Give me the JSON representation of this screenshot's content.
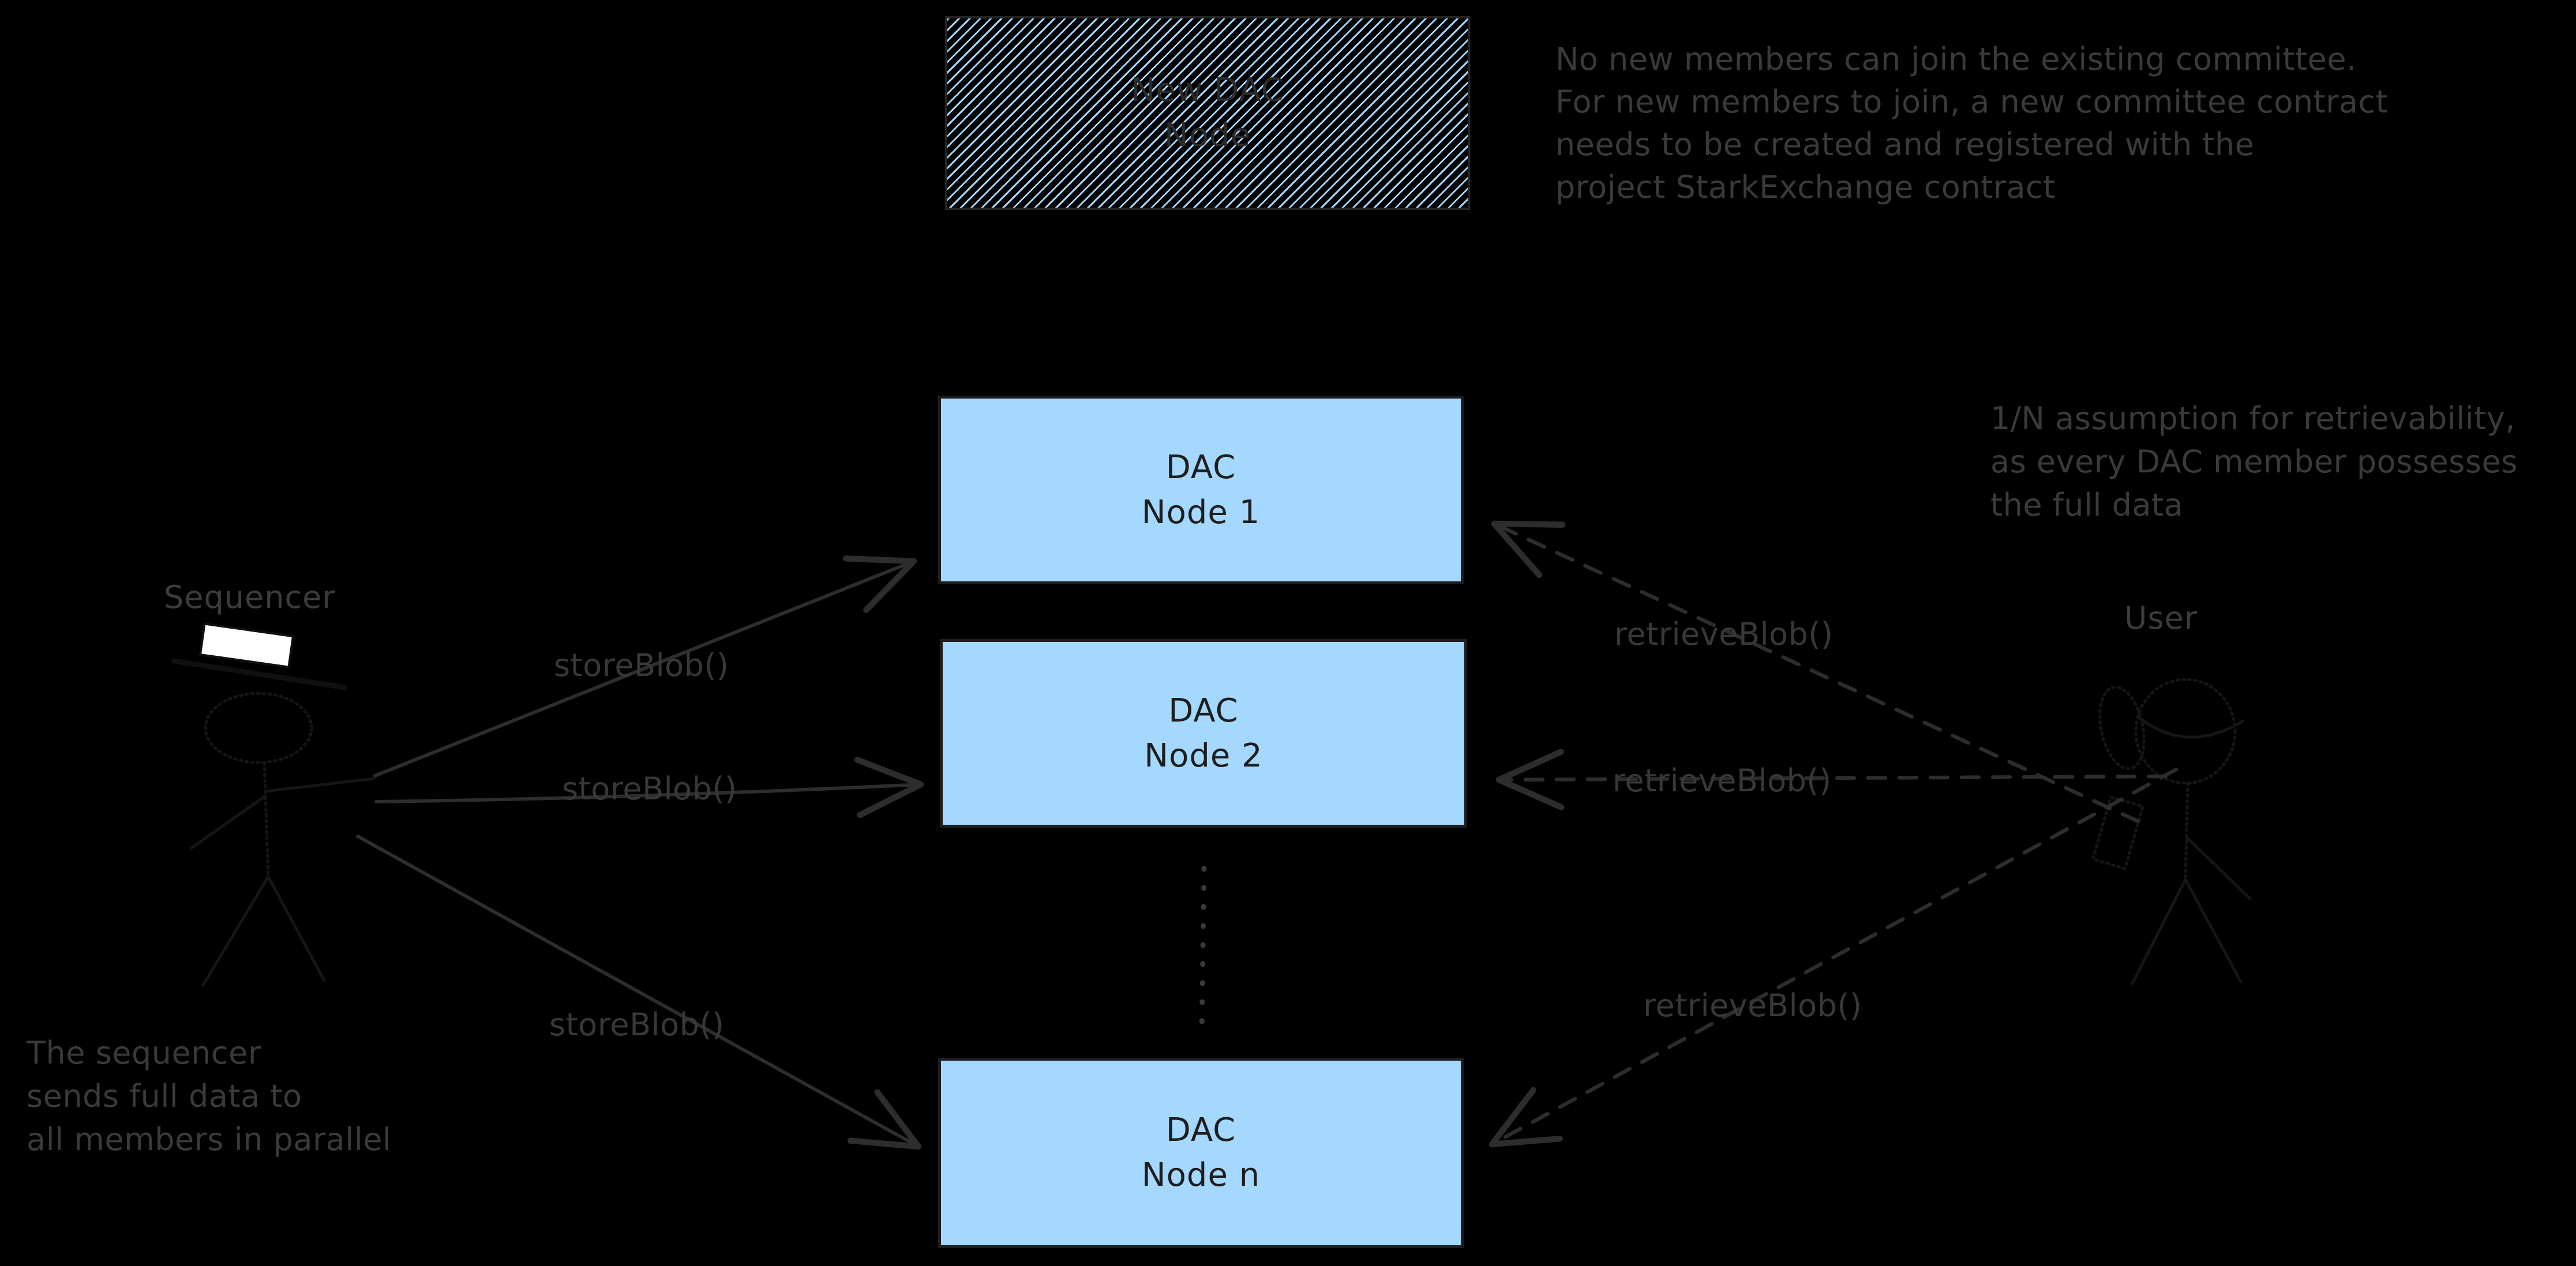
{
  "boxes": {
    "new_node": {
      "label": "New DAC\nNode"
    },
    "nodes": [
      {
        "label": "DAC\nNode 1"
      },
      {
        "label": "DAC\nNode 2"
      },
      {
        "label": "DAC\nNode n"
      }
    ]
  },
  "actors": {
    "sequencer": "Sequencer",
    "user": "User"
  },
  "calls": {
    "store": [
      "storeBlob()",
      "storeBlob()",
      "storeBlob()"
    ],
    "retrieve": [
      "retrieveBlob()",
      "retrieveBlob()",
      "retrieveBlob()"
    ]
  },
  "notes": {
    "committee": "No new members can join the existing committee.\nFor new members to join, a new committee contract\nneeds to be created and registered with the\nproject StarkExchange contract",
    "retrievability": "1/N assumption for retrievability,\nas every DAC member possesses\nthe full data",
    "sequencer": "The sequencer\nsends full data to\nall members in parallel"
  },
  "colors": {
    "background": "#000000",
    "node_fill": "#a5d8ff",
    "node_border": "#1e1e1e",
    "node_text": "#1e1e1e",
    "annotation_ink": "#3a3a3a",
    "arrow_ink": "#2d2d2d",
    "figure_ink": "#161616",
    "hat_fill": "#ffffff"
  }
}
